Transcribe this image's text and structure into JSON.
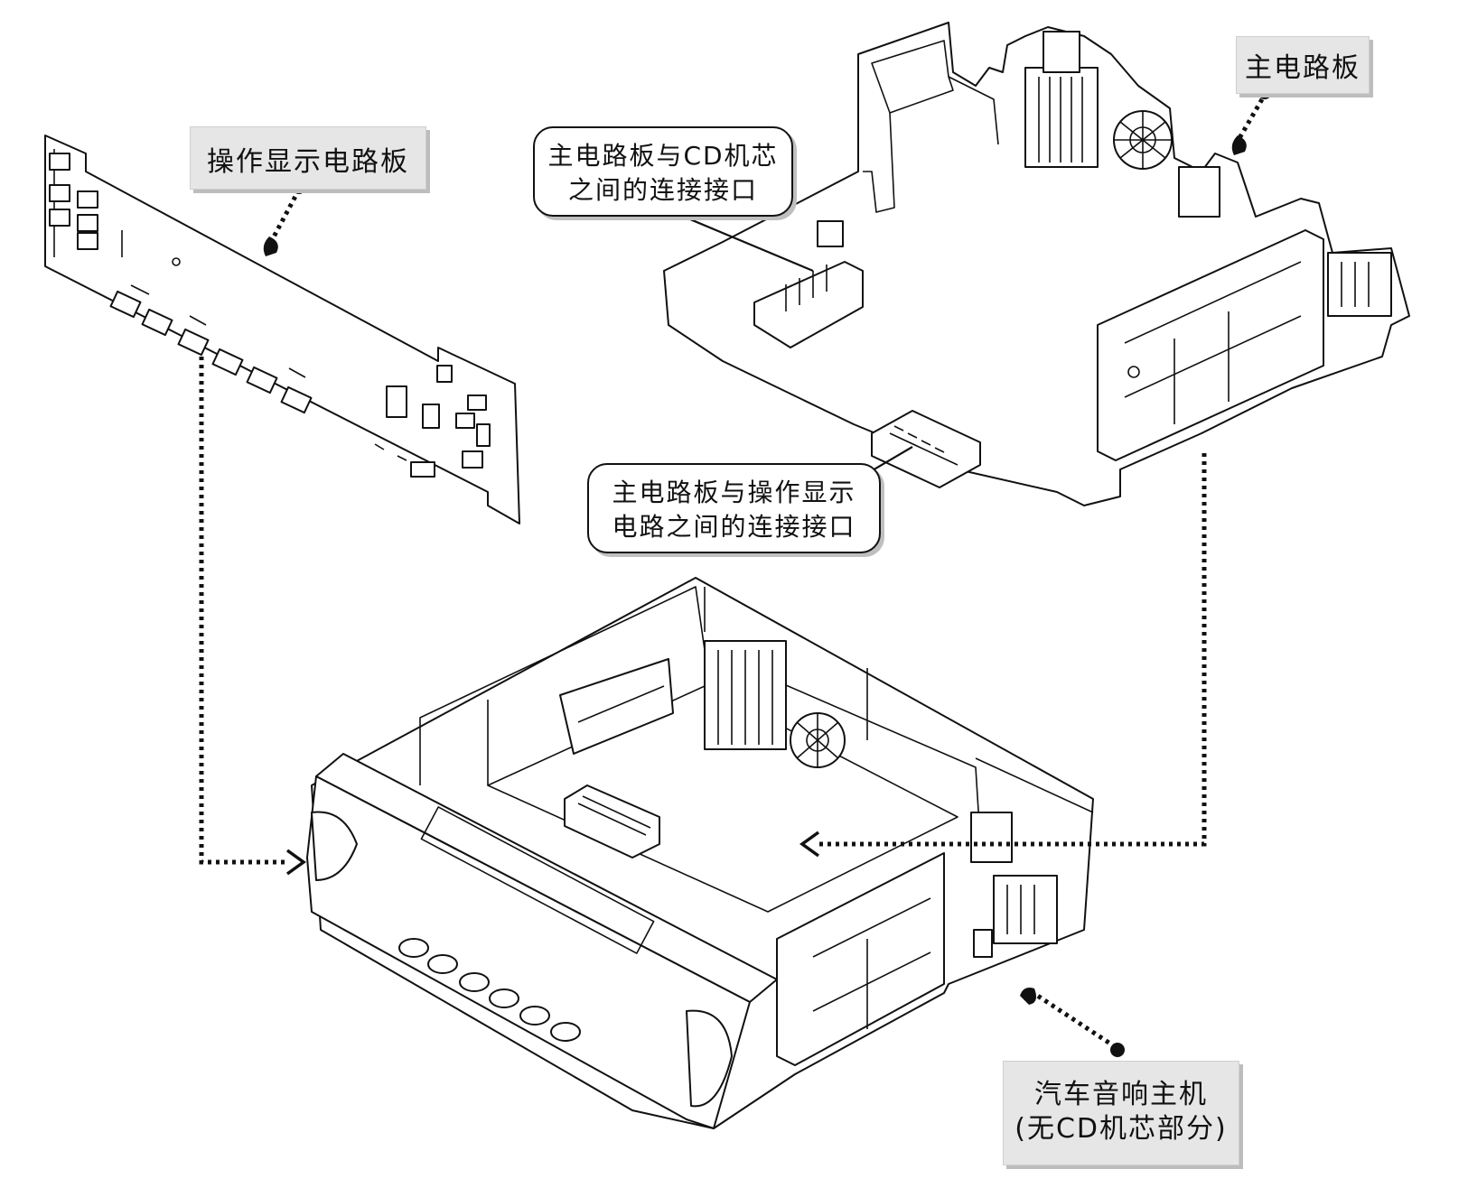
{
  "labels": {
    "display_board": "操作显示电路板",
    "main_board": "主电路板",
    "head_unit_line1": "汽车音响主机",
    "head_unit_line2": "(无CD机芯部分)"
  },
  "callouts": {
    "cd_interface_line1": "主电路板与CD机芯",
    "cd_interface_line2": "之间的连接接口",
    "display_interface_line1": "主电路板与操作显示",
    "display_interface_line2": "电路之间的连接接口"
  },
  "colors": {
    "label_background": "#e6e6e6",
    "line": "#111111"
  }
}
